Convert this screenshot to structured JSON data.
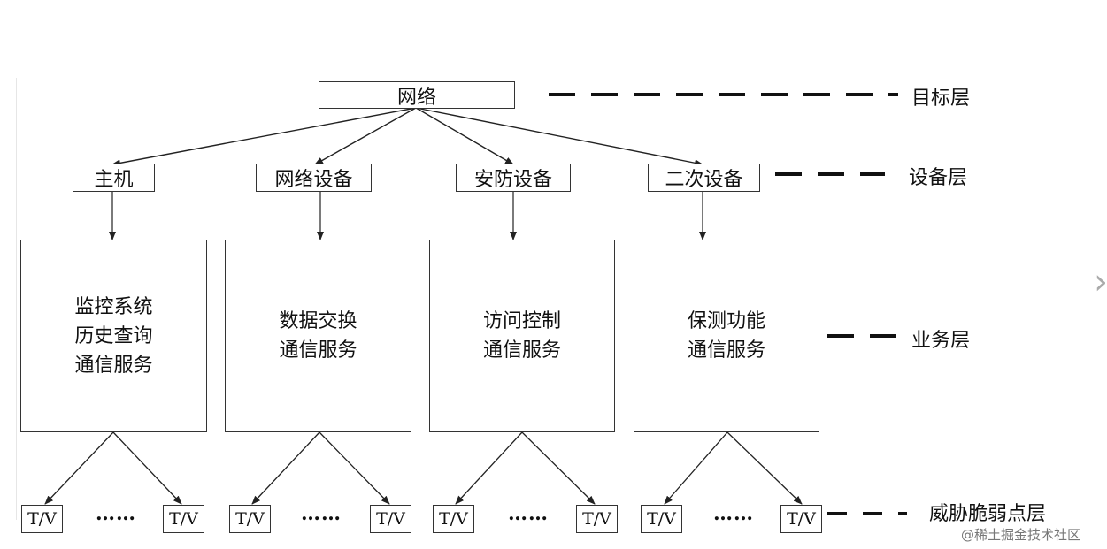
{
  "root": {
    "label": "网络"
  },
  "devices": [
    {
      "label": "主机"
    },
    {
      "label": "网络设备"
    },
    {
      "label": "安防设备"
    },
    {
      "label": "二次设备"
    }
  ],
  "services": [
    {
      "lines": [
        "监控系统",
        "历史查询",
        "通信服务"
      ]
    },
    {
      "lines": [
        "数据交换",
        "通信服务"
      ]
    },
    {
      "lines": [
        "访问控制",
        "通信服务"
      ]
    },
    {
      "lines": [
        "保测功能",
        "通信服务"
      ]
    }
  ],
  "vuln": {
    "node_label": "T/V",
    "ellipsis": "……"
  },
  "layers": {
    "target": "目标层",
    "device": "设备层",
    "service": "业务层",
    "vuln": "威胁脆弱点层"
  },
  "watermark": "@稀土掘金技术社区"
}
